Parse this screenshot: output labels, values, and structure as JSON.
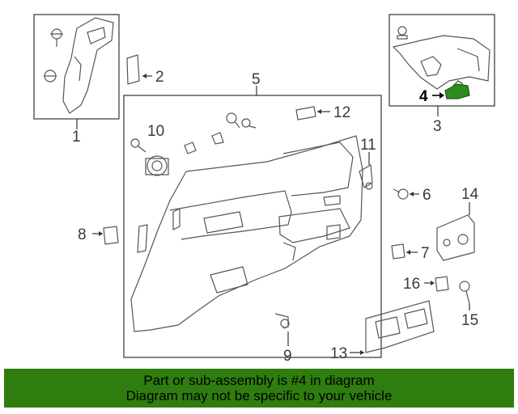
{
  "diagram": {
    "callouts": {
      "c1": "1",
      "c2": "2",
      "c3": "3",
      "c4": "4",
      "c5": "5",
      "c6": "6",
      "c7": "7",
      "c8": "8",
      "c9": "9",
      "c10": "10",
      "c11": "11",
      "c12": "12",
      "c13": "13",
      "c14": "14",
      "c15": "15",
      "c16": "16"
    },
    "highlight_color": "#2e8b1e",
    "highlighted_part": "4"
  },
  "banner": {
    "line1": "Part or sub-assembly is #4 in diagram",
    "line2": "Diagram may not be specific to your vehicle",
    "background": "#2e7d0e"
  }
}
